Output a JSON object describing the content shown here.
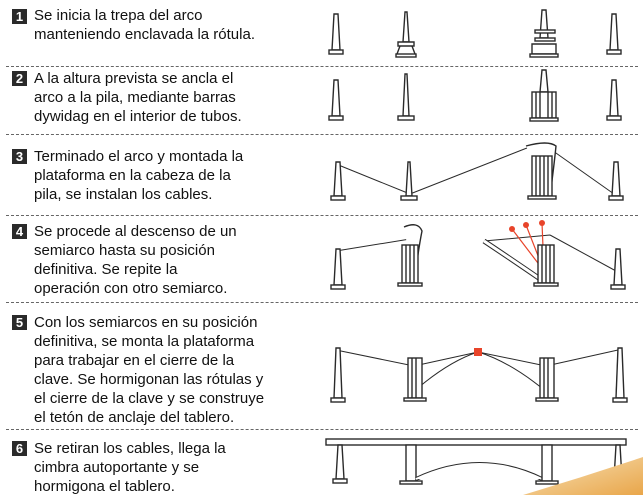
{
  "steps": [
    {
      "number": "1",
      "text": "Se inicia la trepa del arco\nmanteniendo enclavada la rótula."
    },
    {
      "number": "2",
      "text": "A la altura prevista se ancla el\narco a la pila, mediante barras\ndywidag en el interior de tubos."
    },
    {
      "number": "3",
      "text": "Terminado el arco y montada la\nplataforma en la cabeza de la\npila, se instalan los cables."
    },
    {
      "number": "4",
      "text": "Se procede al descenso de un\nsemiarco hasta su posición\ndefinitiva. Se repite la\noperación con otro semiarco."
    },
    {
      "number": "5",
      "text": "Con los semiarcos en su posición\ndefinitiva, se monta la plataforma\npara trabajar en el cierre de la\nclave. Se hormigonan las rótulas y\nel cierre de la clave y se construye\nel tetón de anclaje del tablero."
    },
    {
      "number": "6",
      "text": "Se retiran los cables, llega la\ncimbra autoportante y se\nhormigona el tablero."
    }
  ],
  "colors": {
    "ink": "#2a2a2a",
    "highlight": "#e8442a",
    "corner": "#e9a64a"
  }
}
